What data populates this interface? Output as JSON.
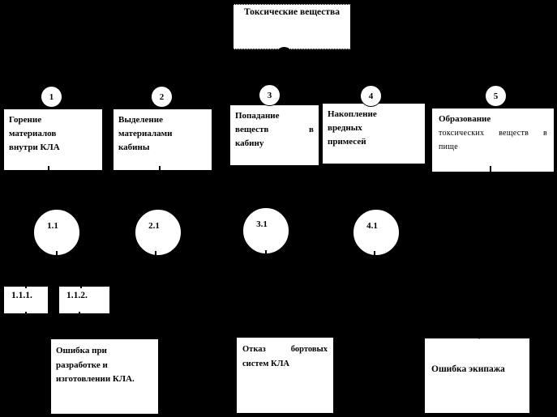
{
  "colors": {
    "background": "#000000",
    "node_fill": "#ffffff",
    "line_color": "#000000",
    "text_color": "#000000"
  },
  "top_event": {
    "label": "Токсические вещества"
  },
  "causes": [
    {
      "num": "1",
      "lines": [
        "Горение",
        "материалов",
        "внутри КЛА"
      ]
    },
    {
      "num": "2",
      "lines": [
        "Выделение",
        "материалами",
        "кабины"
      ]
    },
    {
      "num": "3",
      "lines": [
        "Попадание",
        "веществ в",
        "кабину"
      ]
    },
    {
      "num": "4",
      "lines": [
        "Накопление",
        "вредных",
        "примесей"
      ]
    },
    {
      "num": "5",
      "lines": [
        "Образование",
        "токсических веществ в",
        "пище"
      ]
    }
  ],
  "intermediate_events": [
    "1.1",
    "2.1",
    "3.1",
    "4.1"
  ],
  "sub_events": [
    "1.1.1.",
    "1.1.2."
  ],
  "base_events": [
    {
      "lines": [
        "Ошибка при",
        "разработке и",
        "изготовлении КЛА."
      ]
    },
    {
      "lines": [
        "Отказ бортовых",
        "систем КЛА"
      ]
    },
    {
      "lines": [
        "Ошибка экипажа"
      ]
    }
  ]
}
